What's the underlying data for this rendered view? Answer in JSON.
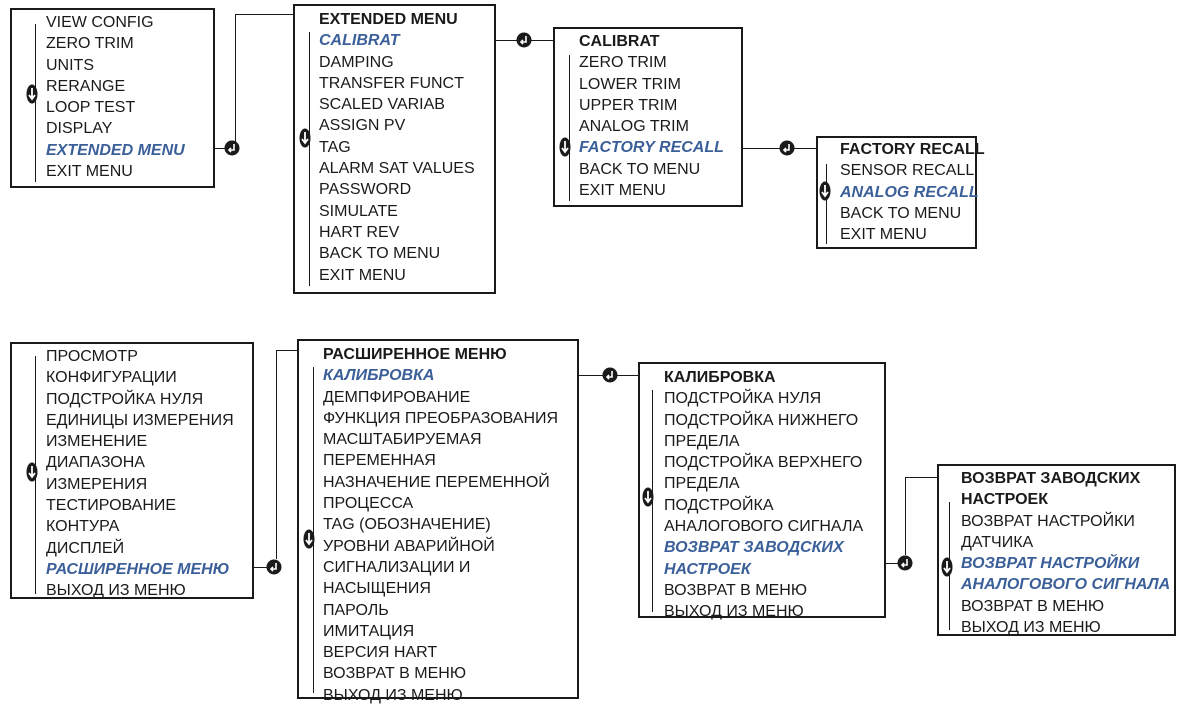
{
  "top": {
    "main_menu": {
      "items": [
        "VIEW CONFIG",
        "ZERO TRIM",
        "UNITS",
        "RERANGE",
        "LOOP TEST",
        "DISPLAY",
        "EXTENDED MENU",
        "EXIT MENU"
      ]
    },
    "extended_menu": {
      "title": "EXTENDED MENU",
      "items": [
        "CALIBRAT",
        "DAMPING",
        "TRANSFER FUNCT",
        "SCALED VARIAB",
        "ASSIGN PV",
        "TAG",
        "ALARM SAT VALUES",
        "PASSWORD",
        "SIMULATE",
        "HART REV",
        "BACK TO MENU",
        "EXIT MENU"
      ]
    },
    "calibrat_menu": {
      "title": "CALIBRAT",
      "items": [
        "ZERO TRIM",
        "LOWER TRIM",
        "UPPER TRIM",
        "ANALOG TRIM",
        "FACTORY RECALL",
        "BACK TO MENU",
        "EXIT MENU"
      ]
    },
    "factory_recall_menu": {
      "title": "FACTORY RECALL",
      "items": [
        "SENSOR RECALL",
        "ANALOG RECALL",
        "BACK TO MENU",
        "EXIT MENU"
      ]
    }
  },
  "bottom": {
    "main_menu": {
      "items": [
        "ПРОСМОТР",
        "КОНФИГУРАЦИИ",
        "ПОДСТРОЙКА НУЛЯ",
        "ЕДИНИЦЫ ИЗМЕРЕНИЯ",
        "ИЗМЕНЕНИЕ",
        "ДИАПАЗОНА",
        "ИЗМЕРЕНИЯ",
        "ТЕСТИРОВАНИЕ",
        "КОНТУРА",
        "ДИСПЛЕЙ",
        "РАСШИРЕННОЕ МЕНЮ",
        "ВЫХОД ИЗ МЕНЮ"
      ]
    },
    "extended_menu": {
      "title": "РАСШИРЕННОЕ МЕНЮ",
      "items": [
        "КАЛИБРОВКА",
        "ДЕМПФИРОВАНИЕ",
        "ФУНКЦИЯ ПРЕОБРАЗОВАНИЯ",
        "МАСШТАБИРУЕМАЯ",
        "ПЕРЕМЕННАЯ",
        "НАЗНАЧЕНИЕ ПЕРЕМЕННОЙ",
        "ПРОЦЕССА",
        "TAG (ОБОЗНАЧЕНИЕ)",
        "УРОВНИ АВАРИЙНОЙ",
        "СИГНАЛИЗАЦИИ И",
        "НАСЫЩЕНИЯ",
        "ПАРОЛЬ",
        "ИМИТАЦИЯ",
        "ВЕРСИЯ HART",
        "ВОЗВРАТ В МЕНЮ",
        "ВЫХОД ИЗ МЕНЮ"
      ]
    },
    "calibrat_menu": {
      "title": "КАЛИБРОВКА",
      "items": [
        "ПОДСТРОЙКА НУЛЯ",
        "ПОДСТРОЙКА НИЖНЕГО",
        "ПРЕДЕЛА",
        "ПОДСТРОЙКА ВЕРХНЕГО",
        "ПРЕДЕЛА",
        "ПОДСТРОЙКА",
        "АНАЛОГОВОГО СИГНАЛА",
        "ВОЗВРАТ ЗАВОДСКИХ",
        "НАСТРОЕК",
        "ВОЗВРАТ В МЕНЮ",
        "ВЫХОД ИЗ МЕНЮ"
      ]
    },
    "factory_recall_menu": {
      "title_lines": [
        "ВОЗВРАТ ЗАВОДСКИХ",
        "НАСТРОЕК"
      ],
      "items": [
        "ВОЗВРАТ НАСТРОЙКИ",
        "ДАТЧИКА",
        "ВОЗВРАТ НАСТРОЙКИ",
        "АНАЛОГОВОГО СИГНАЛА",
        "ВОЗВРАТ В МЕНЮ",
        "ВЫХОД ИЗ МЕНЮ"
      ]
    }
  },
  "colors": {
    "highlight": "#3b5f99",
    "line": "#1a1a1a"
  },
  "icons": {
    "enter": "enter-button-icon",
    "scroll": "scroll-button-icon"
  }
}
